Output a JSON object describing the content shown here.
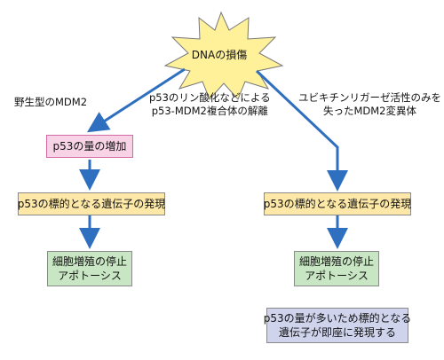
{
  "colors": {
    "arrow": "#2f6fc0",
    "burst_fill": "#fff19a",
    "box_pink": "#f8d3e6",
    "box_pink_border": "#d36aa6",
    "box_yellow": "#fde8a8",
    "box_green": "#c9e6c4",
    "box_lavender": "#cfd3ec"
  },
  "top": {
    "label": "DNAの損傷"
  },
  "branch_labels": {
    "left": "野生型のMDM2",
    "middle_line1": "p53のリン酸化などによる",
    "middle_line2": "p53-MDM2複合体の解離",
    "right_line1": "ユビキチンリガーゼ活性のみを",
    "right_line2": "失ったMDM2変異体"
  },
  "left_column": {
    "increase": "p53の量の増加",
    "target_genes": "p53の標的となる遺伝子の発現",
    "outcome_line1": "細胞増殖の停止",
    "outcome_line2": "アポトーシス"
  },
  "right_column": {
    "target_genes": "p53の標的となる遺伝子の発現",
    "outcome_line1": "細胞増殖の停止",
    "outcome_line2": "アポトーシス",
    "note_line1": "p53の量が多いため標的となる",
    "note_line2": "遺伝子が即座に発現する"
  }
}
